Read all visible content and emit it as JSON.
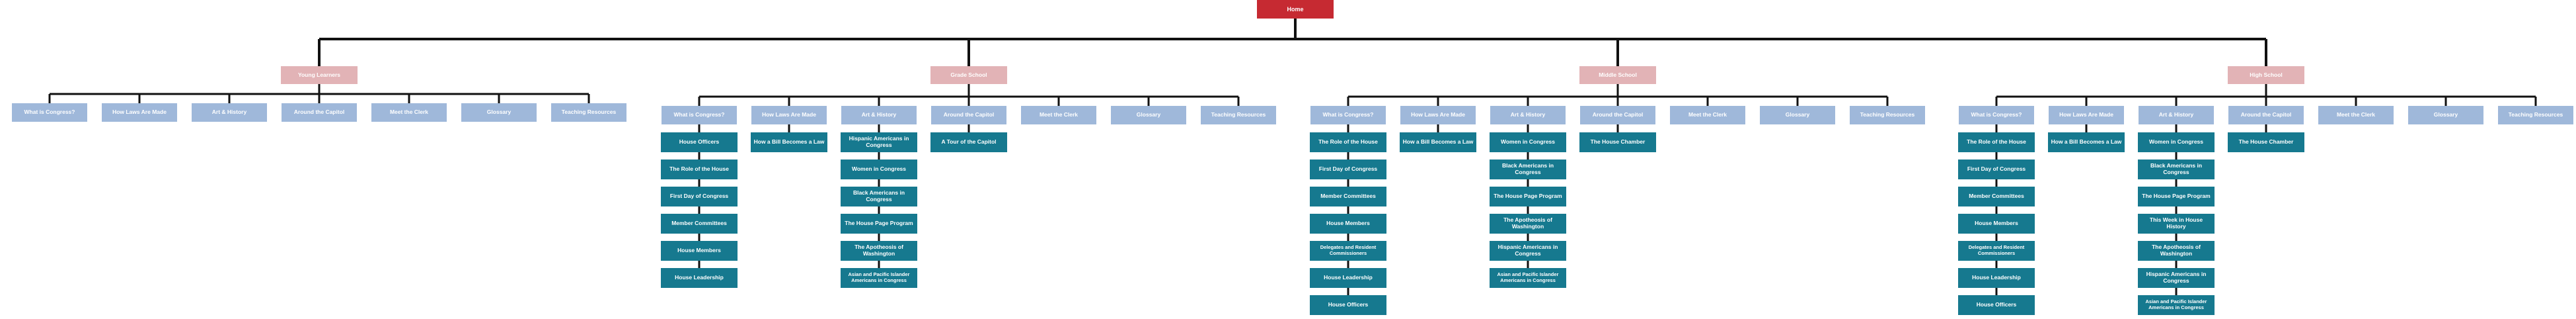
{
  "root": {
    "label": "Home"
  },
  "sections": [
    {
      "label": "Young Learners",
      "categories": [
        {
          "label": "What is Congress?",
          "children": []
        },
        {
          "label": "How Laws Are Made",
          "children": []
        },
        {
          "label": "Art & History",
          "children": []
        },
        {
          "label": "Around the Capitol",
          "children": []
        },
        {
          "label": "Meet the Clerk",
          "children": []
        },
        {
          "label": "Glossary",
          "children": []
        },
        {
          "label": "Teaching Resources",
          "children": []
        }
      ]
    },
    {
      "label": "Grade School",
      "categories": [
        {
          "label": "What is Congress?",
          "children": [
            "House Officers",
            "The Role of the House",
            "First Day of Congress",
            "Member Committees",
            "House Members",
            "House Leadership"
          ]
        },
        {
          "label": "How Laws Are Made",
          "children": [
            "How a Bill Becomes a Law"
          ]
        },
        {
          "label": "Art & History",
          "children": [
            "Hispanic Americans in Congress",
            "Women in Congress",
            "Black Americans in Congress",
            "The House Page Program",
            "The Apotheosis of Washington",
            "Asian and Pacific Islander Americans in Congress"
          ]
        },
        {
          "label": "Around the Capitol",
          "children": [
            "A Tour of the Capitol"
          ]
        },
        {
          "label": "Meet the Clerk",
          "children": []
        },
        {
          "label": "Glossary",
          "children": []
        },
        {
          "label": "Teaching Resources",
          "children": []
        }
      ]
    },
    {
      "label": "Middle School",
      "categories": [
        {
          "label": "What is Congress?",
          "children": [
            "The Role of the House",
            "First Day of Congress",
            "Member Committees",
            "House Members",
            "Delegates and Resident Commissioners",
            "House Leadership",
            "House Officers"
          ]
        },
        {
          "label": "How Laws Are Made",
          "children": [
            "How a Bill Becomes a Law"
          ]
        },
        {
          "label": "Art & History",
          "children": [
            "Women in Congress",
            "Black Americans in Congress",
            "The House Page Program",
            "The Apotheosis of Washington",
            "Hispanic Americans in Congress",
            "Asian and Pacific Islander Americans in Congress"
          ]
        },
        {
          "label": "Around the Capitol",
          "children": [
            "The House Chamber"
          ]
        },
        {
          "label": "Meet the Clerk",
          "children": []
        },
        {
          "label": "Glossary",
          "children": []
        },
        {
          "label": "Teaching Resources",
          "children": []
        }
      ]
    },
    {
      "label": "High School",
      "categories": [
        {
          "label": "What is Congress?",
          "children": [
            "The Role of the House",
            "First Day of Congress",
            "Member Committees",
            "House Members",
            "Delegates and Resident Commissioners",
            "House Leadership",
            "House Officers"
          ]
        },
        {
          "label": "How Laws Are Made",
          "children": [
            "How a Bill Becomes a Law"
          ]
        },
        {
          "label": "Art & History",
          "children": [
            "Women in Congress",
            "Black Americans in Congress",
            "The House Page Program",
            "This Week in House History",
            "The Apotheosis of Washington",
            "Hispanic Americans in Congress",
            "Asian and Pacific Islander Americans in Congress"
          ]
        },
        {
          "label": "Around the Capitol",
          "children": [
            "The House Chamber"
          ]
        },
        {
          "label": "Meet the Clerk",
          "children": []
        },
        {
          "label": "Glossary",
          "children": []
        },
        {
          "label": "Teaching Resources",
          "children": []
        }
      ]
    }
  ],
  "colors": {
    "root": "#c62a32",
    "section": "#e2b3b6",
    "category": "#9fb8da",
    "leaf": "#16798f",
    "connector": "#111111"
  }
}
